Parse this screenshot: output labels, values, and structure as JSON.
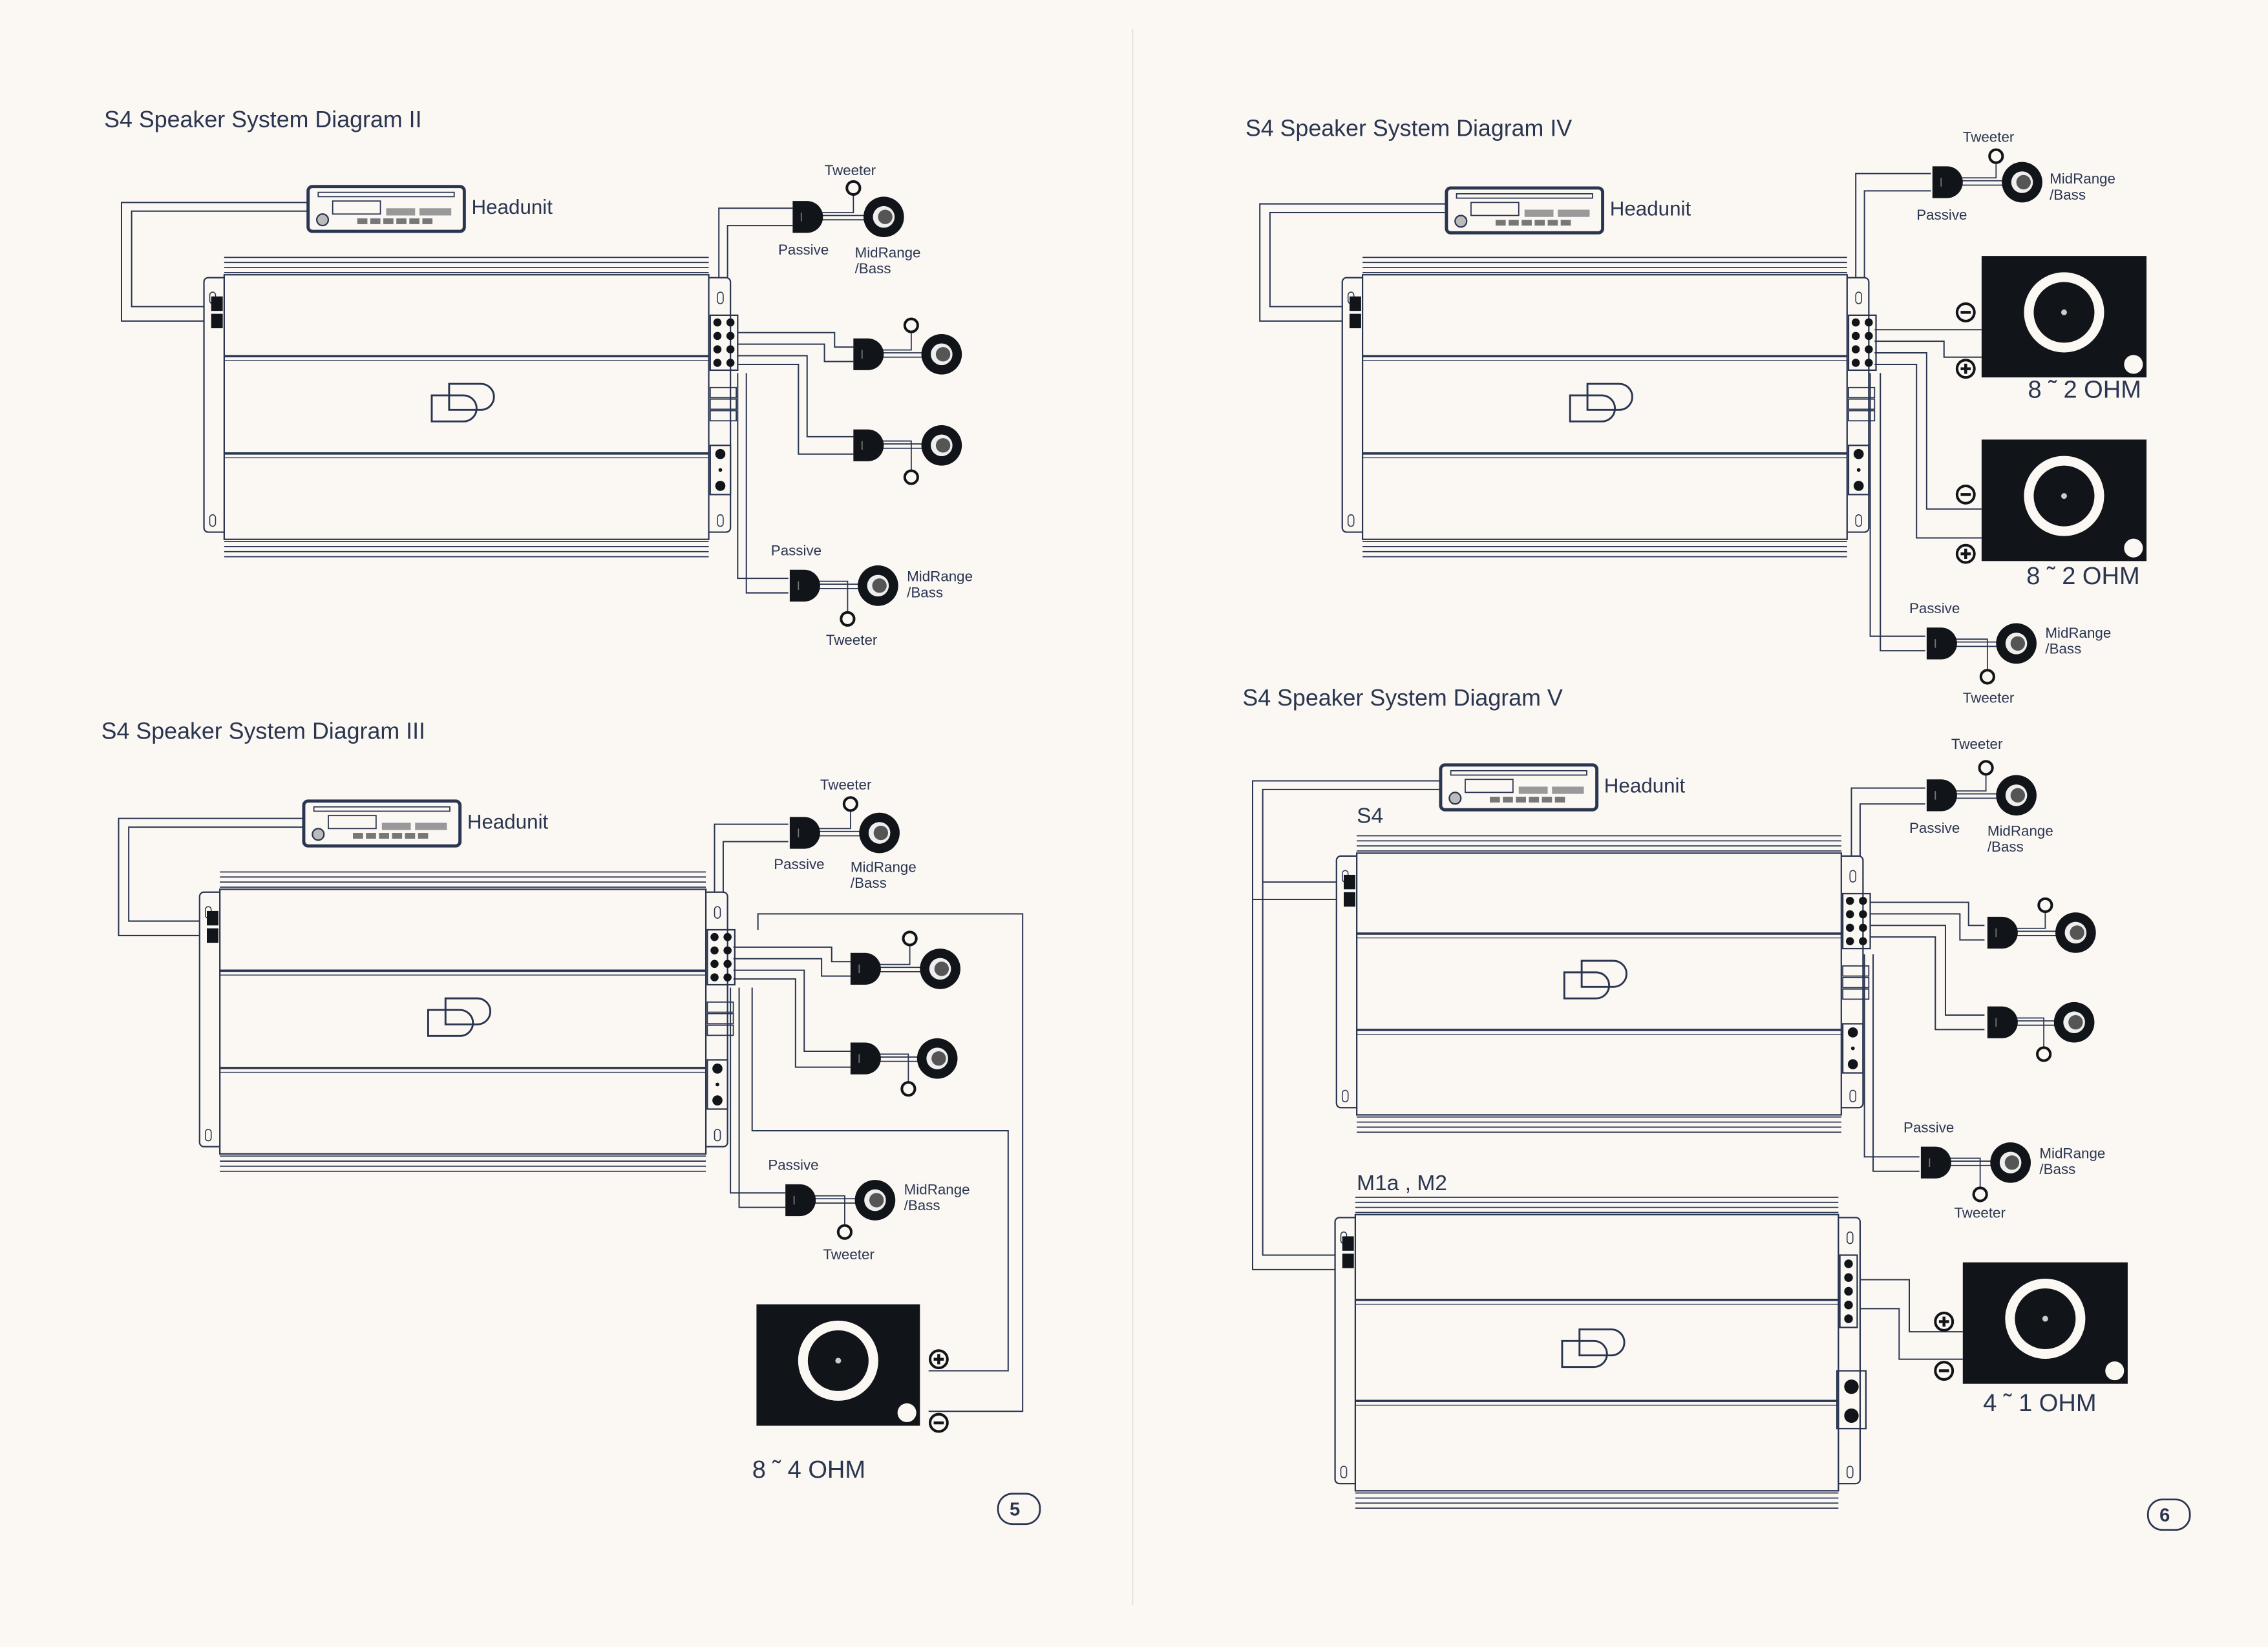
{
  "page_left": {
    "page_number": "5",
    "diagram_ii": {
      "title": "S4 Speaker System Diagram II",
      "headunit": "Headunit",
      "front": {
        "tweeter": "Tweeter",
        "passive": "Passive",
        "midrange": "MidRange",
        "bass": "/Bass"
      },
      "rear": {
        "tweeter": "Tweeter",
        "passive": "Passive",
        "midrange": "MidRange",
        "bass": "/Bass"
      }
    },
    "diagram_iii": {
      "title": "S4 Speaker System Diagram III",
      "headunit": "Headunit",
      "front": {
        "tweeter": "Tweeter",
        "passive": "Passive",
        "midrange": "MidRange",
        "bass": "/Bass"
      },
      "rear": {
        "tweeter": "Tweeter",
        "passive": "Passive",
        "midrange": "MidRange",
        "bass": "/Bass"
      },
      "sub_impedance": "8 ˜ 4 OHM"
    }
  },
  "page_right": {
    "page_number": "6",
    "diagram_iv": {
      "title": "S4 Speaker System Diagram IV",
      "headunit": "Headunit",
      "front": {
        "tweeter": "Tweeter",
        "passive": "Passive",
        "midrange": "MidRange",
        "bass": "/Bass"
      },
      "rear": {
        "tweeter": "Tweeter",
        "passive": "Passive",
        "midrange": "MidRange",
        "bass": "/Bass"
      },
      "sub1_impedance": "8 ˜ 2 OHM",
      "sub2_impedance": "8 ˜ 2 OHM"
    },
    "diagram_v": {
      "title": "S4 Speaker System Diagram V",
      "headunit": "Headunit",
      "amp1_label": "S4",
      "amp2_label": "M1a , M2",
      "front": {
        "tweeter": "Tweeter",
        "passive": "Passive",
        "midrange": "MidRange",
        "bass": "/Bass"
      },
      "rear": {
        "tweeter": "Tweeter",
        "passive": "Passive",
        "midrange": "MidRange",
        "bass": "/Bass"
      },
      "sub_impedance": "4 ˜ 1 OHM"
    }
  },
  "colors": {
    "ink": "#2a3550",
    "paper": "#fbf8f4",
    "fill": "#111418"
  }
}
